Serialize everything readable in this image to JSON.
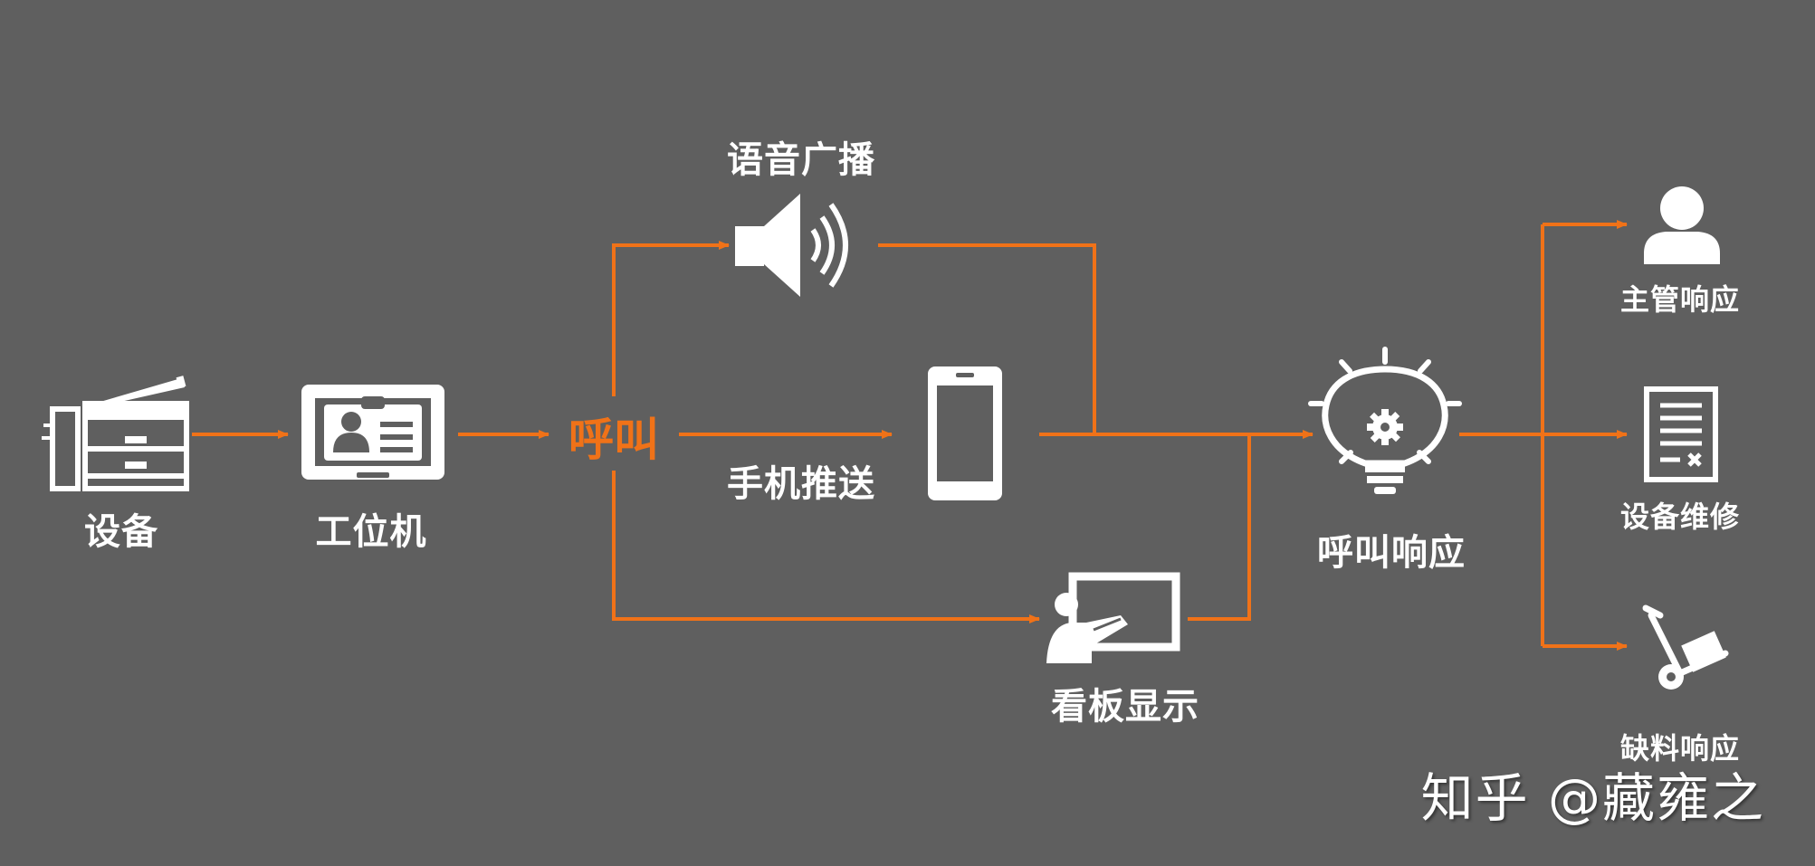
{
  "colors": {
    "background": "#5f5f5f",
    "accent": "#f07218",
    "icon": "#ffffff"
  },
  "nodes": {
    "equipment": {
      "label": "设备",
      "icon": "printer-icon"
    },
    "workstation": {
      "label": "工位机",
      "icon": "id-card-monitor-icon"
    },
    "call": {
      "label": "呼叫"
    },
    "voice_broadcast": {
      "label": "语音广播",
      "icon": "speaker-icon"
    },
    "phone_push": {
      "label": "手机推送",
      "icon": "smartphone-icon"
    },
    "board_display": {
      "label": "看板显示",
      "icon": "presentation-board-icon"
    },
    "call_response": {
      "label": "呼叫响应",
      "icon": "lightbulb-gear-icon"
    },
    "supervisor_response": {
      "label": "主管响应",
      "icon": "person-icon"
    },
    "equipment_repair": {
      "label": "设备维修",
      "icon": "document-icon"
    },
    "material_shortage_response": {
      "label": "缺料响应",
      "icon": "hand-truck-icon"
    }
  },
  "watermark": "知乎 @藏雍之"
}
